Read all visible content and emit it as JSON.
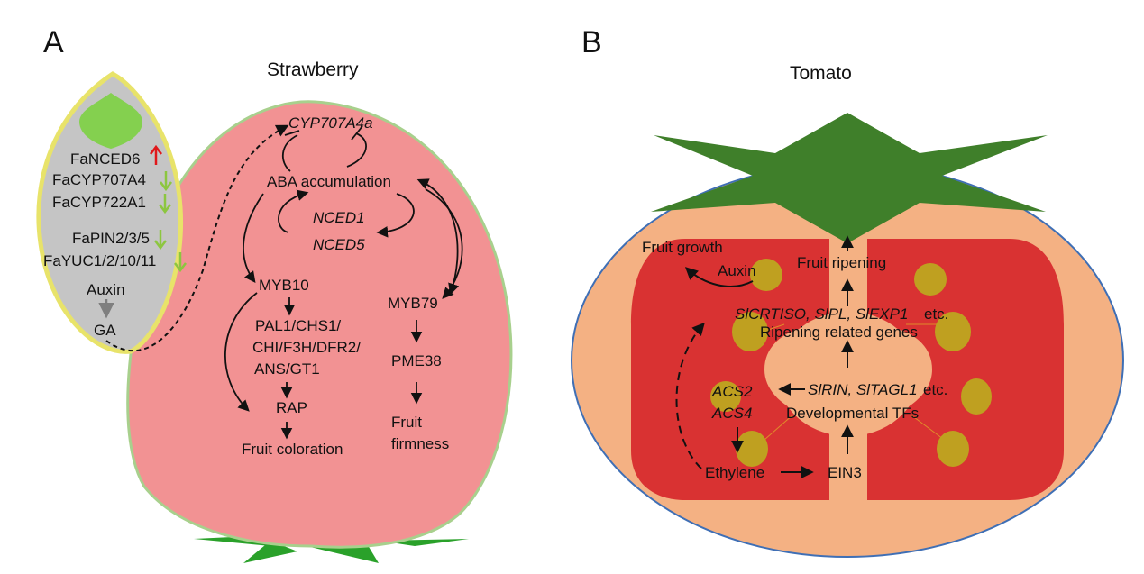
{
  "panel_a": {
    "letter": "A",
    "title": "Strawberry",
    "seed_labels": {
      "nced6": "FaNCED6",
      "cyp707a4": "FaCYP707A4",
      "cyp722a1": "FaCYP722A1",
      "pin": "FaPIN2/3/5",
      "yuc": "FaYUC1/2/10/11",
      "auxin": "Auxin",
      "ga": "GA"
    },
    "fruit_labels": {
      "cyp707a4a": "CYP707A4a",
      "aba": "ABA accumulation",
      "nced1": "NCED1",
      "nced5": "NCED5",
      "myb10": "MYB10",
      "myb79": "MYB79",
      "enzymes_1": "PAL1/CHS1/",
      "enzymes_2": "CHI/F3H/DFR2/",
      "enzymes_3": "ANS/GT1",
      "rap": "RAP",
      "coloration": "Fruit coloration",
      "pme38": "PME38",
      "firmness_1": "Fruit",
      "firmness_2": "firmness"
    }
  },
  "panel_b": {
    "letter": "B",
    "title": "Tomato",
    "labels": {
      "growth": "Fruit growth",
      "auxin": "Auxin",
      "ripening": "Fruit ripening",
      "genes_list": "SlCRTISO, SlPL, SlEXP1",
      "genes_etc": "etc.",
      "ripening_genes": "Ripening related genes",
      "acs2": "ACS2",
      "acs4": "ACS4",
      "tf_list": "SlRIN, SlTAGL1",
      "tf_etc": "etc.",
      "dev_tfs": "Developmental TFs",
      "ethylene": "Ethylene",
      "ein3": "EIN3"
    }
  },
  "colors": {
    "strawberry_body": "#f29293",
    "strawberry_outline": "#a8d08d",
    "sepal_green": "#2aa12a",
    "seed_fill": "#c5c5c5",
    "seed_outline": "#e8e36a",
    "seed_embryo": "#84d04f",
    "tomato_outer": "#f4b183",
    "tomato_locule": "#d93232",
    "tomato_calyx": "#3f7f2a",
    "tomato_seed": "#bfa020",
    "arrow_up": "#e0181b",
    "arrow_down": "#8cc63f",
    "arrow_gray": "#7f7f7f"
  }
}
